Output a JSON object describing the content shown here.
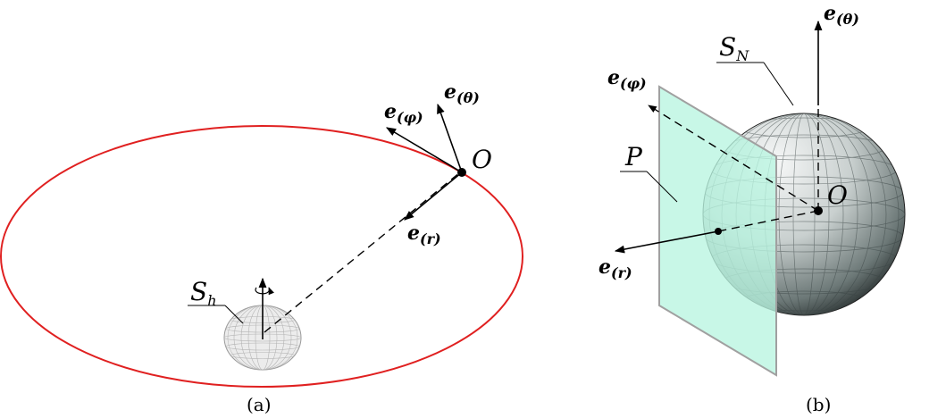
{
  "panel_a": {
    "caption": "(a)",
    "point_label": "O",
    "vec_r": {
      "base": "e",
      "sub": "(r)"
    },
    "vec_phi": {
      "base": "e",
      "sub": "(φ)"
    },
    "vec_theta": {
      "base": "e",
      "sub": "(θ)"
    },
    "body_label": {
      "base": "S",
      "sub": "h"
    },
    "colors": {
      "orbit": "#e02020",
      "sphere_fill": "#e8e8e8",
      "sphere_grid": "#b0b0b0"
    }
  },
  "panel_b": {
    "caption": "(b)",
    "point_label": "O",
    "vec_r": {
      "base": "e",
      "sub": "(r)"
    },
    "vec_phi": {
      "base": "e",
      "sub": "(φ)"
    },
    "vec_theta": {
      "base": "e",
      "sub": "(θ)"
    },
    "sphere_label": {
      "base": "S",
      "sub": "N"
    },
    "plane_label": "P",
    "colors": {
      "plane_fill": "#b8f5e0",
      "plane_stroke": "#a0a0a0",
      "sphere_light": "#f4f6f6",
      "sphere_dark": "#1e2424"
    }
  }
}
